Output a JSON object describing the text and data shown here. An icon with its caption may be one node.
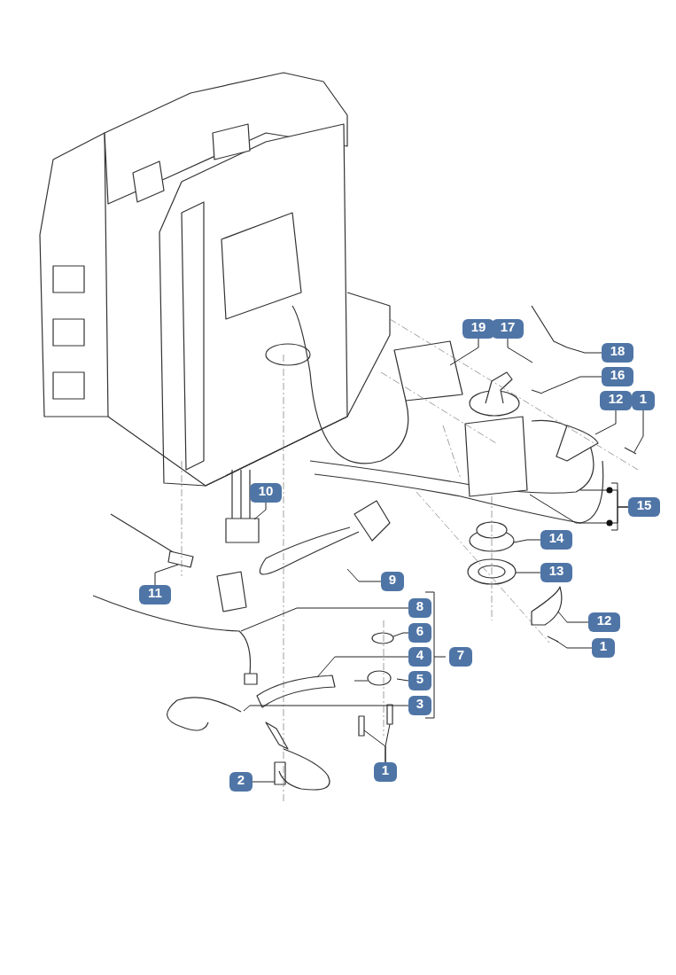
{
  "diagram": {
    "nodes": [
      {
        "text": [
          "19"
        ]
      },
      {
        "text": [
          "17"
        ]
      },
      {
        "text": [
          "18"
        ]
      },
      {
        "text": [
          "16"
        ]
      },
      {
        "text": [
          "12"
        ]
      },
      {
        "text": [
          "1"
        ]
      },
      {
        "text": [
          "10"
        ]
      },
      {
        "text": [
          "15"
        ]
      },
      {
        "text": [
          "14"
        ]
      },
      {
        "text": [
          "13"
        ]
      },
      {
        "text": [
          "9"
        ]
      },
      {
        "text": [
          "11"
        ]
      },
      {
        "text": [
          "8"
        ]
      },
      {
        "text": [
          "12"
        ]
      },
      {
        "text": [
          "6"
        ]
      },
      {
        "text": [
          "1"
        ]
      },
      {
        "text": [
          "4"
        ]
      },
      {
        "text": [
          "7"
        ]
      },
      {
        "text": [
          "5"
        ]
      },
      {
        "text": [
          "3"
        ]
      },
      {
        "text": [
          "1"
        ]
      },
      {
        "text": [
          "2"
        ]
      }
    ],
    "edges": [
      {
        "from": 0,
        "to": null,
        "arrow": "none"
      },
      {
        "from": 1,
        "to": null,
        "arrow": "none"
      },
      {
        "from": 2,
        "to": null,
        "arrow": "none"
      },
      {
        "from": 3,
        "to": null,
        "arrow": "none"
      },
      {
        "from": 4,
        "to": null,
        "arrow": "none"
      },
      {
        "from": 5,
        "to": null,
        "arrow": "none"
      },
      {
        "from": 6,
        "to": null,
        "arrow": "none"
      },
      {
        "from": 7,
        "to": null,
        "arrow": "none"
      },
      {
        "from": 7,
        "to": null,
        "arrow": "none"
      },
      {
        "from": 8,
        "to": null,
        "arrow": "none"
      },
      {
        "from": 9,
        "to": null,
        "arrow": "none"
      },
      {
        "from": 10,
        "to": null,
        "arrow": "none"
      },
      {
        "from": 11,
        "to": null,
        "arrow": "none"
      },
      {
        "from": 12,
        "to": null,
        "arrow": "none"
      },
      {
        "from": 13,
        "to": null,
        "arrow": "none"
      },
      {
        "from": 14,
        "to": null,
        "arrow": "none"
      },
      {
        "from": 15,
        "to": null,
        "arrow": "none"
      },
      {
        "from": 16,
        "to": null,
        "arrow": "none"
      },
      {
        "from": 18,
        "to": null,
        "arrow": "none"
      },
      {
        "from": 19,
        "to": null,
        "arrow": "none"
      },
      {
        "from": 20,
        "to": null,
        "arrow": "none"
      },
      {
        "from": 20,
        "to": null,
        "arrow": "none"
      },
      {
        "from": 21,
        "to": null,
        "arrow": "none"
      }
    ]
  }
}
